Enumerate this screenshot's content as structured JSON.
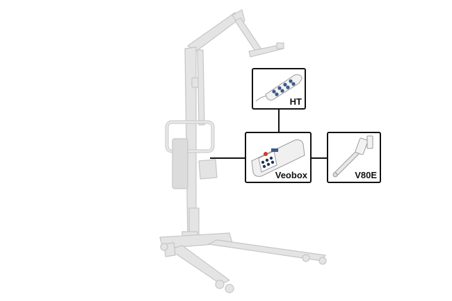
{
  "components": {
    "handset": {
      "label": "HT"
    },
    "control_box": {
      "label": "Veobox"
    },
    "actuator": {
      "label": "V80E"
    }
  },
  "colors": {
    "frame": "#e2e2e2",
    "frame_edge": "#c4c4c4",
    "connector": "#111111",
    "button": "#3b5a86",
    "emergency": "#d23a2a"
  },
  "icons": [
    "patient-lift-image",
    "hand-control-image",
    "control-box-image",
    "linear-actuator-image"
  ]
}
